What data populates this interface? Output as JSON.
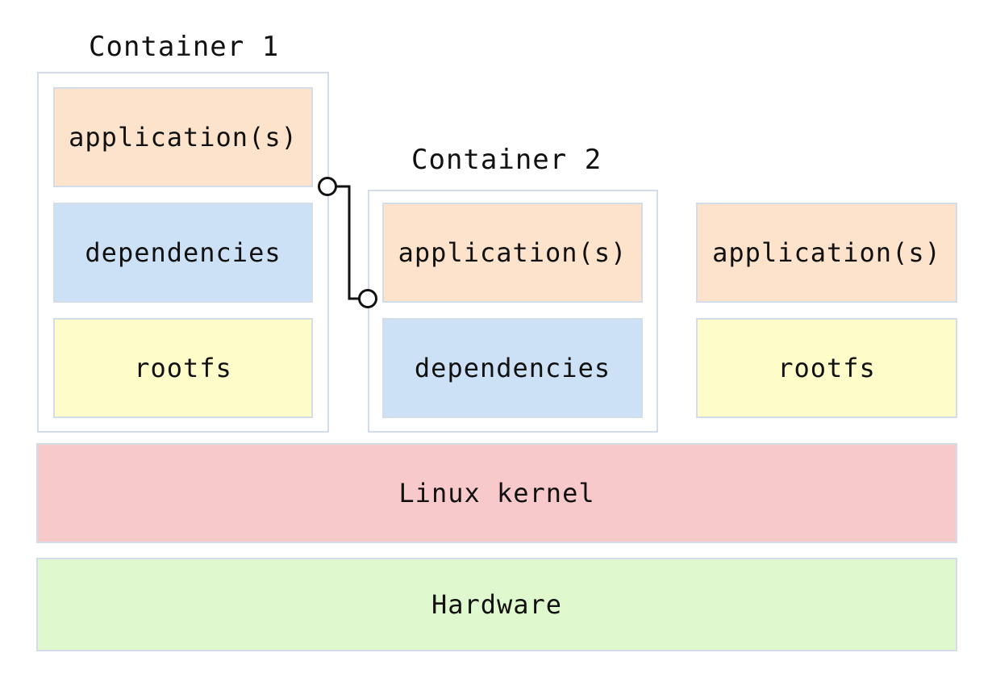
{
  "containers": [
    {
      "title": "Container 1",
      "layers": {
        "application": "application(s)",
        "dependencies": "dependencies",
        "rootfs": "rootfs"
      }
    },
    {
      "title": "Container 2",
      "layers": {
        "application": "application(s)",
        "dependencies": "dependencies"
      }
    }
  ],
  "standalone": {
    "application": "application(s)",
    "rootfs": "rootfs"
  },
  "kernel": "Linux kernel",
  "hardware": "Hardware",
  "colors": {
    "application": "#fde3cc",
    "dependencies": "#cde1f6",
    "rootfs": "#fefcc9",
    "kernel": "#f7c9cb",
    "hardware": "#e0f8cd",
    "border": "#d3dce8"
  }
}
